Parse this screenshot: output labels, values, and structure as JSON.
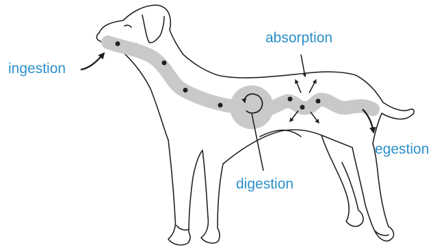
{
  "labels": {
    "ingestion": "ingestion",
    "absorption": "absorption",
    "digestion": "digestion",
    "egestion": "egestion"
  },
  "colors": {
    "outline": "#231f20",
    "gut": "#c9c9c9",
    "label": "#2b8fc9"
  }
}
